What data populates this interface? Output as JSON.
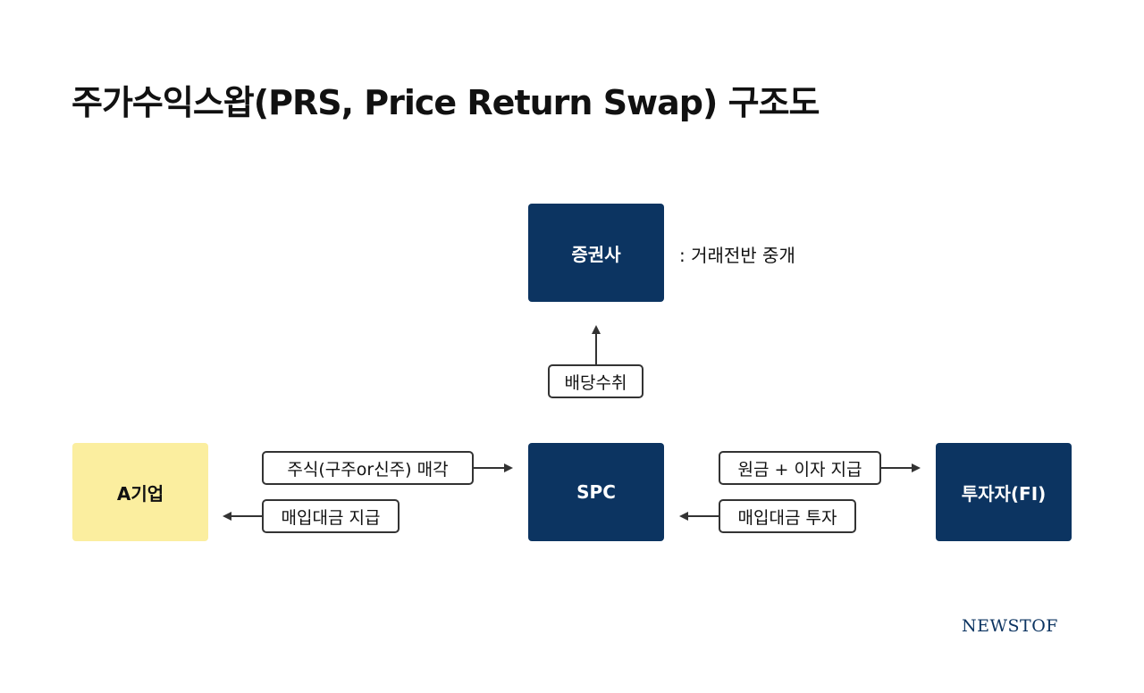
{
  "title": "주가수익스왑(PRS, Price Return Swap) 구조도",
  "nodes": {
    "securities": "증권사",
    "company_a": "A기업",
    "spc": "SPC",
    "investor": "투자자(FI)"
  },
  "note": ": 거래전반 중개",
  "edges": {
    "dividend": "배당수취",
    "sell_shares": "주식(구주or신주) 매각",
    "pay_purchase": "매입대금 지급",
    "principal_interest": "원금 + 이자 지급",
    "invest_purchase": "매입대금 투자"
  },
  "brand": "NEWSTOF",
  "colors": {
    "navy": "#0c3461",
    "yellow": "#fbee9f",
    "arrow": "#333333"
  }
}
